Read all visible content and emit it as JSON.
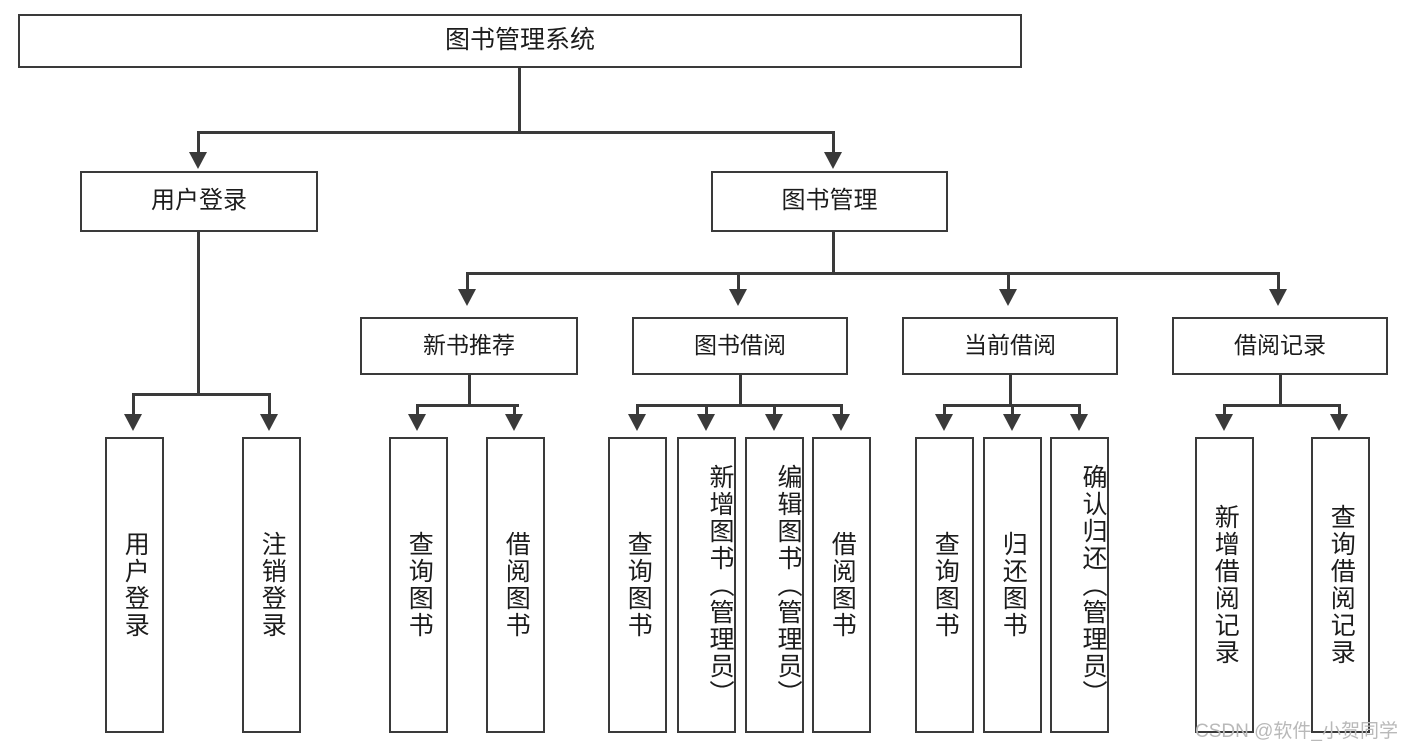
{
  "diagram": {
    "type": "tree",
    "title": "图书管理系统",
    "root": {
      "label": "图书管理系统"
    },
    "level1": [
      {
        "label": "用户登录"
      },
      {
        "label": "图书管理"
      }
    ],
    "level2": [
      {
        "label": "新书推荐"
      },
      {
        "label": "图书借阅"
      },
      {
        "label": "当前借阅"
      },
      {
        "label": "借阅记录"
      }
    ],
    "leaves": {
      "user_login": [
        {
          "label": "用户登录"
        },
        {
          "label": "注销登录"
        }
      ],
      "new_book_recommend": [
        {
          "label": "查询图书"
        },
        {
          "label": "借阅图书"
        }
      ],
      "book_borrow": [
        {
          "label": "查询图书"
        },
        {
          "label": "新增图书（管理员）"
        },
        {
          "label": "编辑图书（管理员）"
        },
        {
          "label": "借阅图书"
        }
      ],
      "current_borrow": [
        {
          "label": "查询图书"
        },
        {
          "label": "归还图书"
        },
        {
          "label": "确认归还（管理员）"
        }
      ],
      "borrow_record": [
        {
          "label": "新增借阅记录"
        },
        {
          "label": "查询借阅记录"
        }
      ]
    }
  },
  "watermark": {
    "text": "CSDN @软件_小贺同学"
  },
  "colors": {
    "stroke": "#3a3a3a",
    "fill": "#ffffff",
    "text": "#1c1c1c",
    "watermark": "#b9b9b9"
  }
}
